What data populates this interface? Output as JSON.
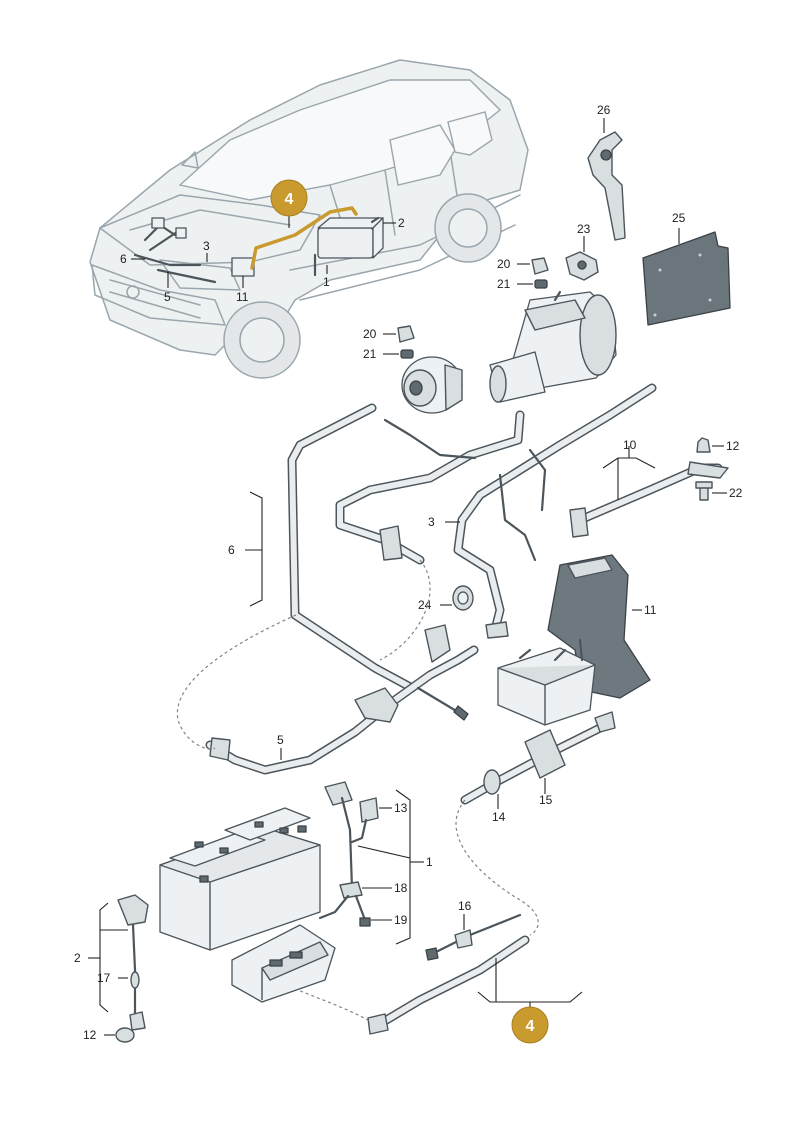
{
  "diagram": {
    "callouts": {
      "c1_car": "1",
      "c2_car": "2",
      "c3_car": "3",
      "c5_car": "5",
      "c6_car": "6",
      "c11_car": "11",
      "c26": "26",
      "c23": "23",
      "c25": "25",
      "c20_top": "20",
      "c21_top": "21",
      "c20_mid": "20",
      "c21_mid": "21",
      "c10": "10",
      "c12_right": "12",
      "c22": "22",
      "c6": "6",
      "c3": "3",
      "c24": "24",
      "c11": "11",
      "c5": "5",
      "c15": "15",
      "c14": "14",
      "c13": "13",
      "c1": "1",
      "c18": "18",
      "c19": "19",
      "c16": "16",
      "c2": "2",
      "c17": "17",
      "c12_left": "12"
    },
    "badges": {
      "top": "4",
      "bottom": "4"
    },
    "colors": {
      "badge": "#c99a2e",
      "part_stroke": "#4b555b",
      "car_stroke": "#9aa6ad"
    }
  }
}
